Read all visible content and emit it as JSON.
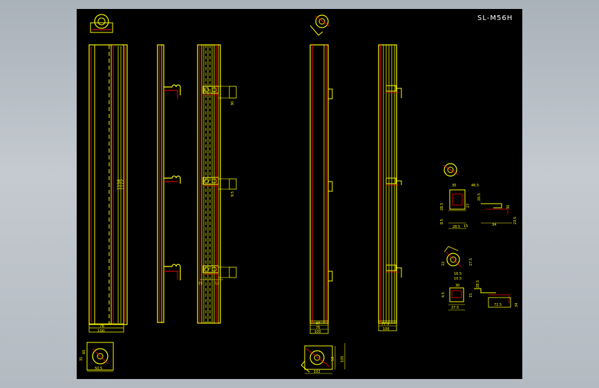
{
  "drawing": {
    "title": "SL-M56H",
    "colors": {
      "background": "#000000",
      "frame": "#ffffff",
      "outline": "#ffff00",
      "hidden": "#ff0000",
      "dimension": "#ffff00"
    },
    "dimensions": {
      "rail_total_length": [
        "1158",
        "1172"
      ],
      "bottom_widths_1": [
        "76",
        "100"
      ],
      "bottom_widths_2": [
        "47",
        "76",
        "100"
      ],
      "bottom_widths_3": [
        "77.5",
        "106"
      ],
      "bracket_marks": [
        "15",
        "12",
        "30",
        "9.5"
      ],
      "detail_a": [
        "30",
        "46.5",
        "28.5",
        "27",
        "15",
        "8.5",
        "28.5",
        "23.5",
        "34",
        "20.5",
        "30"
      ],
      "detail_b": [
        "22",
        "27.5",
        "16.5",
        "10.5",
        "30",
        "4.5",
        "27.5",
        "72.5",
        "15",
        "34",
        "28.5"
      ],
      "end_detail_1": [
        "60",
        "50.5",
        "31"
      ],
      "end_detail_2": [
        "102",
        "105",
        "50"
      ]
    }
  }
}
